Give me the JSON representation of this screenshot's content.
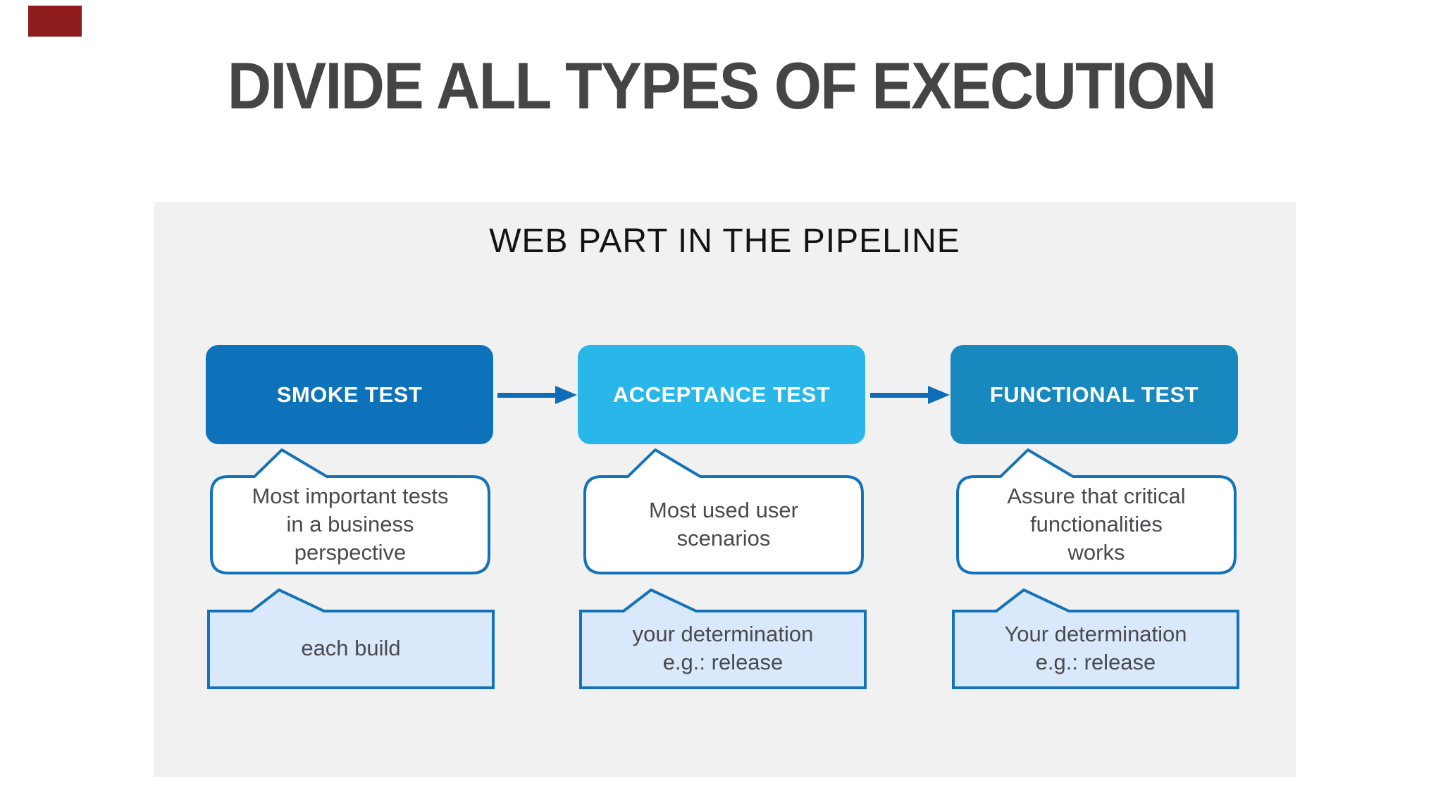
{
  "slide": {
    "title": "DIVIDE ALL TYPES OF EXECUTION",
    "section_heading": "WEB PART IN THE PIPELINE"
  },
  "pipeline": {
    "stages": [
      {
        "name": "SMOKE TEST",
        "color": "#0d72b9",
        "description": "Most important tests\nin a business\nperspective",
        "when": "each build"
      },
      {
        "name": "ACCEPTANCE TEST",
        "color": "#29b7ea",
        "description": "Most used user\nscenarios",
        "when": "your determination\ne.g.: release"
      },
      {
        "name": "FUNCTIONAL TEST",
        "color": "#1888bf",
        "description": "Assure that critical\nfunctionalities\nworks",
        "when": "Your determination\ne.g.: release"
      }
    ]
  },
  "colors": {
    "smoke_box": "#0d72b9",
    "acceptance_box": "#29b7ea",
    "functional_box": "#1888bf",
    "connector_arrow": "#0e6db6",
    "callout_border": "#1473b8",
    "callout_fill_light": "#d9e9fb",
    "callout_fill_white": "#ffffff",
    "panel_background": "#f1f1f2",
    "title_text": "#454545",
    "body_text": "#4a4a4e",
    "red_marker": "#8e1c1c"
  }
}
